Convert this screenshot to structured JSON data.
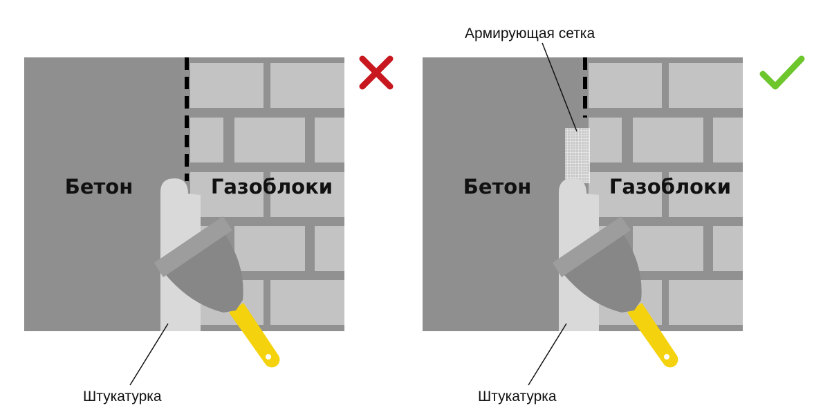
{
  "panels": [
    {
      "id": "wrong",
      "status": "incorrect",
      "status_icon": "cross-icon",
      "status_color": "#c8171e",
      "concrete_label": "Бетон",
      "block_label": "Газоблоки",
      "plaster_label": "Штукатурка",
      "has_mesh": false
    },
    {
      "id": "right",
      "status": "correct",
      "status_icon": "check-icon",
      "status_color": "#6cc62c",
      "concrete_label": "Бетон",
      "block_label": "Газоблоки",
      "plaster_label": "Штукатурка",
      "has_mesh": true,
      "mesh_label": "Армирующая сетка"
    }
  ],
  "colors": {
    "concrete": "#8f8f8f",
    "block": "#c3c3c3",
    "mortar": "#919191",
    "plaster": "#d9d9d9",
    "spatula_blade": "#878787",
    "spatula_blade_top": "#9d9d9d",
    "handle": "#f5d20e",
    "joint": "#000000",
    "mesh": "#f2f2f2",
    "text": "#111111"
  }
}
